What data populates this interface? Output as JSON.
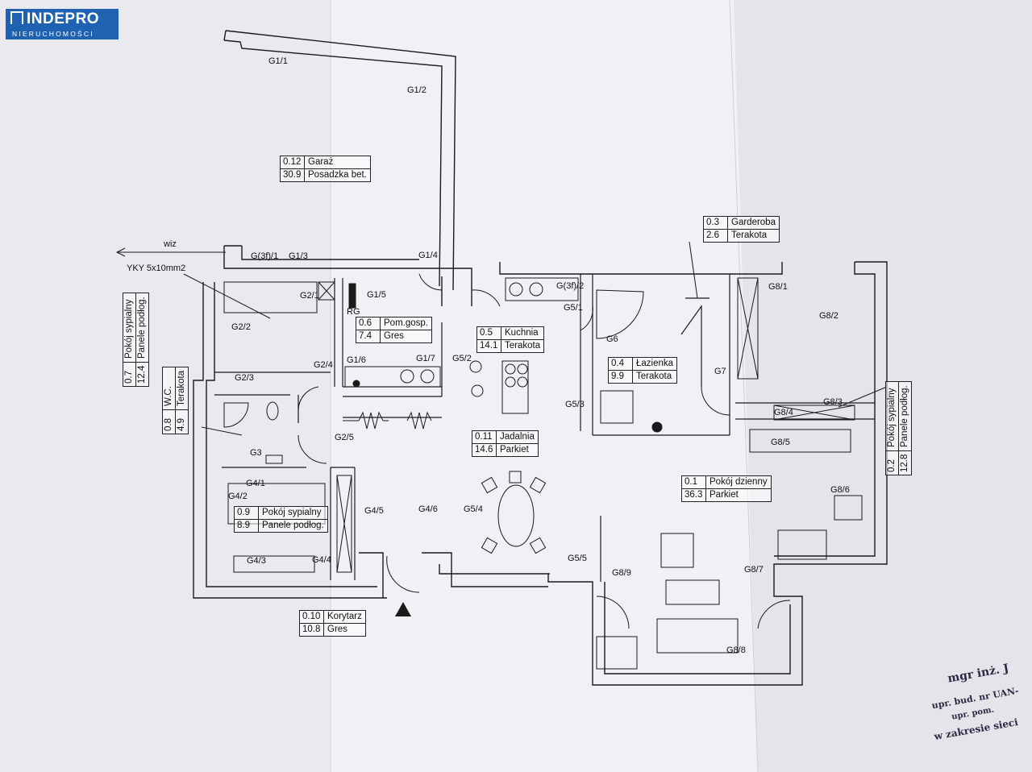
{
  "logo": {
    "brand": "INDEPRO",
    "subtitle": "NIERUCHOMOŚCI"
  },
  "rooms": [
    {
      "id": "garaz",
      "no": "0.12",
      "name": "Garaż",
      "area": "30.9",
      "floor": "Posadzka bet."
    },
    {
      "id": "garderoba",
      "no": "0.3",
      "name": "Garderoba",
      "area": "2.6",
      "floor": "Terakota"
    },
    {
      "id": "pom-gosp",
      "no": "0.6",
      "name": "Pom.gosp.",
      "area": "7.4",
      "floor": "Gres"
    },
    {
      "id": "kuchnia",
      "no": "0.5",
      "name": "Kuchnia",
      "area": "14.1",
      "floor": "Terakota"
    },
    {
      "id": "lazienka",
      "no": "0.4",
      "name": "Łazienka",
      "area": "9.9",
      "floor": "Terakota"
    },
    {
      "id": "jadalnia",
      "no": "0.11",
      "name": "Jadalnia",
      "area": "14.6",
      "floor": "Parkiet"
    },
    {
      "id": "pokoj-dzienny",
      "no": "0.1",
      "name": "Pokój dzienny",
      "area": "36.3",
      "floor": "Parkiet"
    },
    {
      "id": "pokoj-sypialny-3",
      "no": "0.9",
      "name": "Pokój sypialny",
      "area": "8.9",
      "floor": "Panele podłog."
    },
    {
      "id": "korytarz",
      "no": "0.10",
      "name": "Korytarz",
      "area": "10.8",
      "floor": "Gres"
    }
  ],
  "vertical_rooms": [
    {
      "id": "pokoj-sypialny-1",
      "no": "0.7",
      "name": "Pokój sypialny",
      "area": "12.4",
      "floor": "Panele podłog."
    },
    {
      "id": "wc",
      "no": "0.8",
      "name": "W.C.",
      "area": "4.9",
      "floor": "Terakota"
    },
    {
      "id": "pokoj-sypialny-2",
      "no": "0.2",
      "name": "Pokój sypialny",
      "area": "12.8",
      "floor": "Panele podłog."
    }
  ],
  "labels": {
    "g1_1": "G1/1",
    "g1_2": "G1/2",
    "g1_3": "G1/3",
    "g3f_1": "G(3f)/1",
    "g1_4": "G1/4",
    "g1_5": "G1/5",
    "g2_1": "G2/1",
    "g2_2": "G2/2",
    "g2_3": "G2/3",
    "g2_4": "G2/4",
    "g1_6": "G1/6",
    "g1_7": "G1/7",
    "g5_2": "G5/2",
    "g3f_2": "G(3f)/2",
    "g5_1": "G5/1",
    "g6": "G6",
    "g7": "G7",
    "g8_1": "G8/1",
    "g8_2": "G8/2",
    "g8_3": "G8/3",
    "g8_4": "G8/4",
    "g8_5": "G8/5",
    "g8_6": "G8/6",
    "g8_7": "G8/7",
    "g8_8": "G8/8",
    "g8_9": "G8/9",
    "g5_3": "G5/3",
    "g5_4": "G5/4",
    "g5_5": "G5/5",
    "g4_6": "G4/6",
    "g4_5": "G4/5",
    "g4_1": "G4/1",
    "g4_2": "G4/2",
    "g4_3": "G4/3",
    "g4_4": "G4/4",
    "g3": "G3",
    "g2_5": "G2/5",
    "rg": "RG",
    "wiz": "wiz",
    "cable": "YKY 5x10mm2"
  },
  "stamp": {
    "line1": "mgr inż. J",
    "line2": "upr. bud. nr UAN-",
    "line3": "upr. pom.",
    "line4": "w zakresie sieci"
  },
  "colors": {
    "ink": "#1a1a1a",
    "paper": "#f2f2f6",
    "logo": "#1f62b2"
  }
}
